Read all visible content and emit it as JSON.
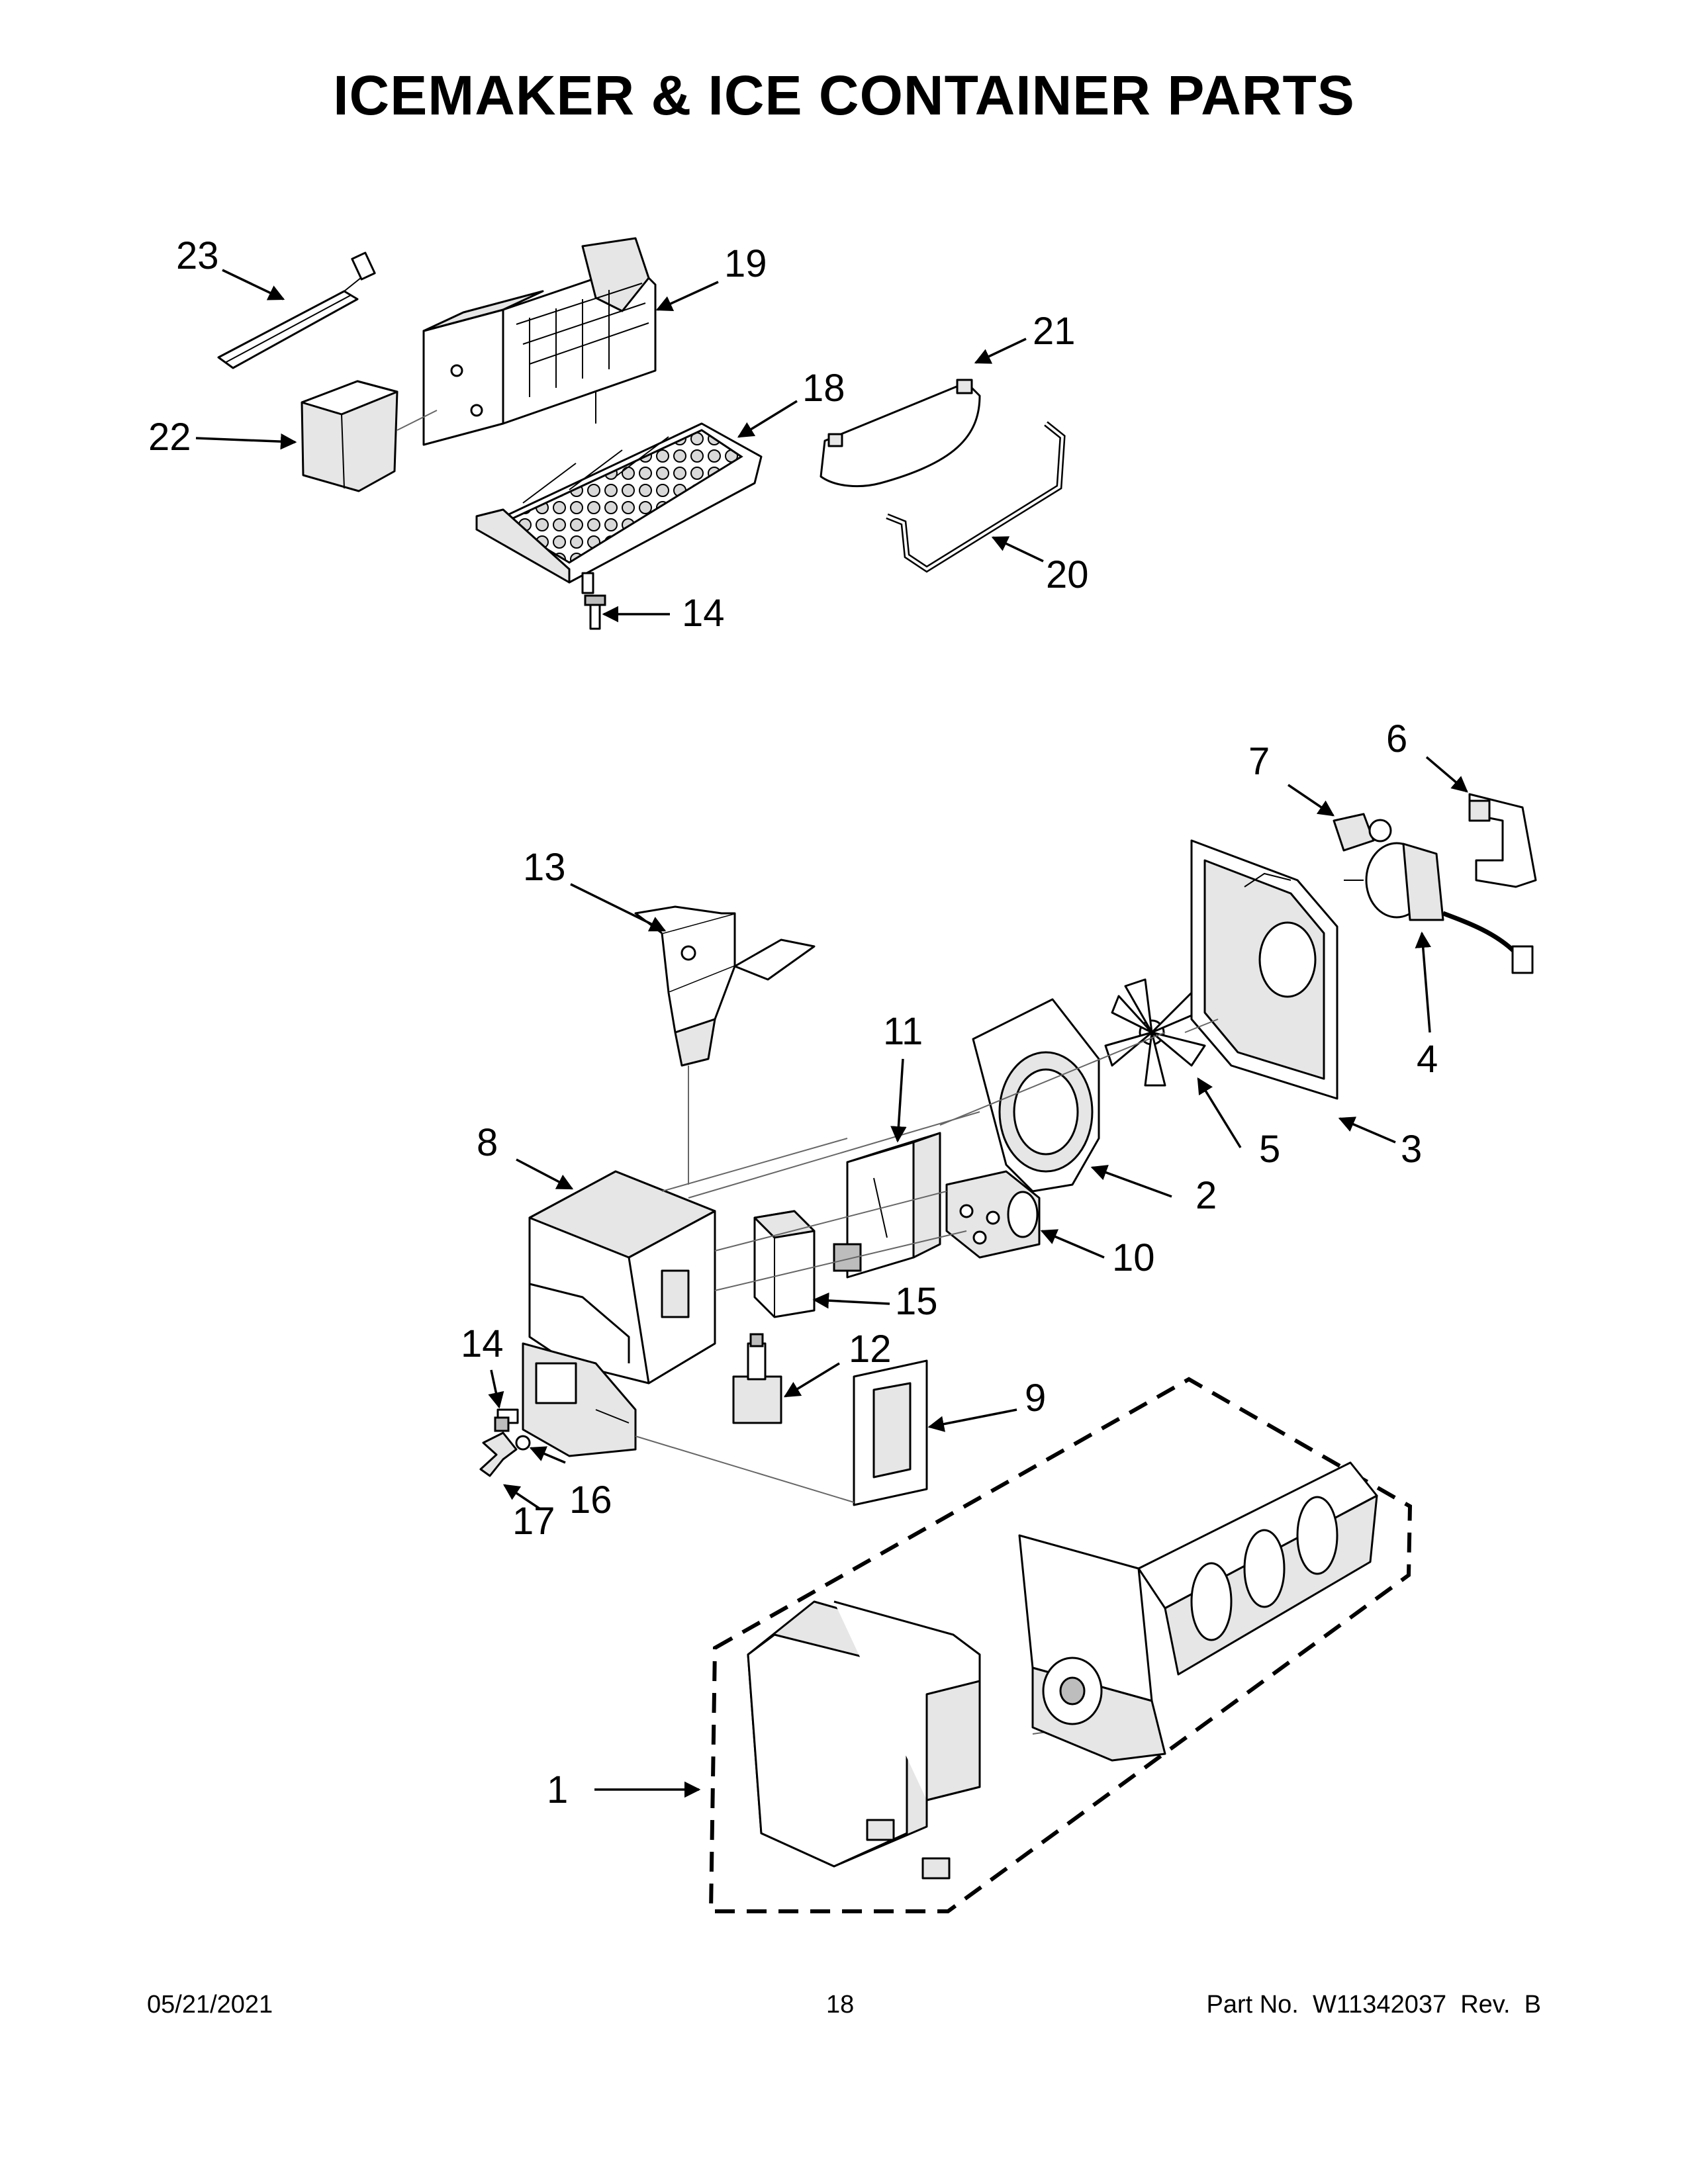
{
  "title": "ICEMAKER & ICE CONTAINER PARTS",
  "callouts": {
    "c1": "1",
    "c2": "2",
    "c3": "3",
    "c4": "4",
    "c5": "5",
    "c6": "6",
    "c7": "7",
    "c8": "8",
    "c9": "9",
    "c10": "10",
    "c11": "11",
    "c12": "12",
    "c13": "13",
    "c14a": "14",
    "c14b": "14",
    "c15": "15",
    "c16": "16",
    "c17": "17",
    "c18": "18",
    "c19": "19",
    "c20": "20",
    "c21": "21",
    "c22": "22",
    "c23": "23"
  },
  "footer": {
    "date": "05/21/2021",
    "page": "18",
    "part_no": "Part No.  W11342037  Rev.  B"
  }
}
